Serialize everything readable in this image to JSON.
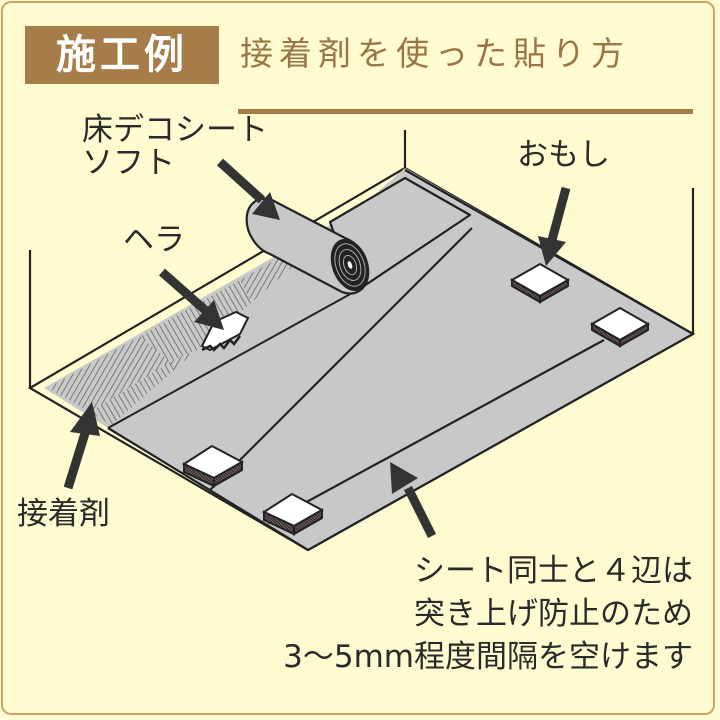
{
  "header": {
    "badge": "施工例",
    "subtitle": "接着剤を使った貼り方"
  },
  "labels": {
    "sheet_line1": "床デコシート",
    "sheet_line2": "ソフト",
    "spatula": "ヘラ",
    "weight": "おもし",
    "adhesive": "接着剤"
  },
  "note": {
    "line1": "シート同士と４辺は",
    "line2": "突き上げ防止のため",
    "line3": "3〜5mm程度間隔を空けます"
  },
  "colors": {
    "background": "#fffbd0",
    "border": "#cfa567",
    "accent_brown": "#a67d49",
    "sheet_gray": "#c8c8c8",
    "ink": "#2a2a2a"
  }
}
